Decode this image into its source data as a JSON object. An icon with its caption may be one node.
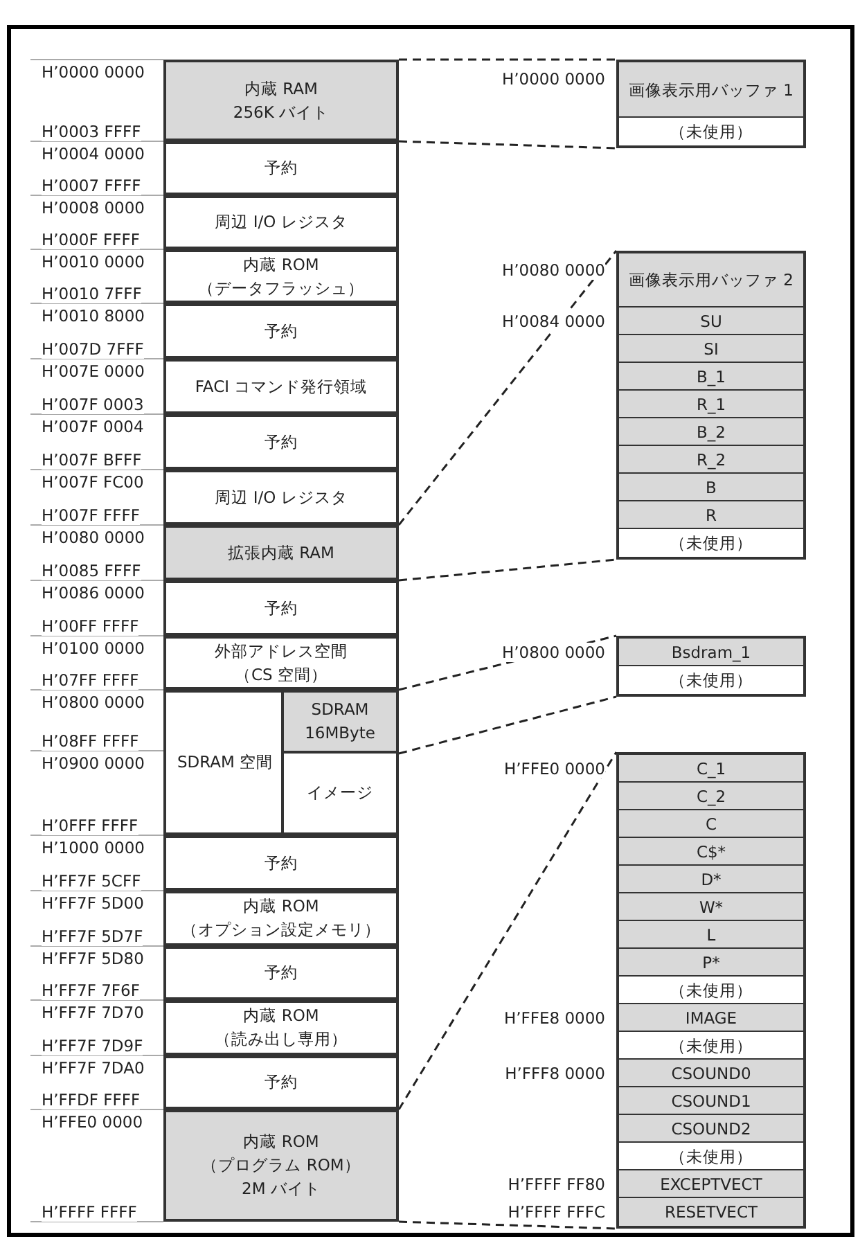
{
  "diagram": {
    "nodes": [
      {
        "text": [
          "内蔵 RAM",
          "256K バイト"
        ],
        "beside": [
          "H’0000 0000",
          "H’0003 FFFF"
        ]
      },
      {
        "text": [
          "予約"
        ],
        "beside": [
          "H’0004 0000",
          "H’0007 FFFF"
        ]
      },
      {
        "text": [
          "周辺 I/O レジスタ"
        ],
        "beside": [
          "H’0008 0000",
          "H’000F FFFF"
        ]
      },
      {
        "text": [
          "内蔵 ROM",
          "（データフラッシュ）"
        ],
        "beside": [
          "H’0010 0000",
          "H’0010 7FFF"
        ]
      },
      {
        "text": [
          "予約"
        ],
        "beside": [
          "H’0010 8000",
          "H’007D 7FFF"
        ]
      },
      {
        "text": [
          "FACI コマンド発行領域"
        ],
        "beside": [
          "H’007E 0000",
          "H’007F 0003"
        ]
      },
      {
        "text": [
          "予約"
        ],
        "beside": [
          "H’007F 0004",
          "H’007F BFFF"
        ]
      },
      {
        "text": [
          "周辺 I/O レジスタ"
        ],
        "beside": [
          "H’007F FC00",
          "H’007F FFFF"
        ]
      },
      {
        "text": [
          "拡張内蔵 RAM"
        ],
        "beside": [
          "H’0080 0000",
          "H’0085 FFFF"
        ]
      },
      {
        "text": [
          "予約"
        ],
        "beside": [
          "H’0086 0000",
          "H’00FF FFFF"
        ]
      },
      {
        "text": [
          "外部アドレス空間",
          "（CS 空間）"
        ],
        "beside": [
          "H’0100 0000",
          "H’07FF FFFF"
        ]
      },
      {
        "text": [
          "SDRAM 空間"
        ],
        "beside": [
          "H’0800 0000",
          "H’08FF FFFF",
          "H’0900 0000",
          "H’0FFF FFFF"
        ]
      },
      {
        "text": [
          "SDRAM 16MByte"
        ],
        "in": 11
      },
      {
        "text": [
          "イメージ"
        ],
        "in": 11
      },
      {
        "text": [
          "予約"
        ],
        "beside": [
          "H’1000 0000",
          "H’FF7F 5CFF"
        ]
      },
      {
        "text": [
          "内蔵 ROM",
          "（オプション設定メモリ）"
        ],
        "beside": [
          "H’FF7F 5D00",
          "H’FF7F 5D7F"
        ]
      },
      {
        "text": [
          "予約"
        ],
        "beside": [
          "H’FF7F 5D80",
          "H’FF7F 7F6F"
        ]
      },
      {
        "text": [
          "内蔵 ROM",
          "（読み出し専用）"
        ],
        "beside": [
          "H’FF7F 7D70",
          "H’FF7F 7D9F"
        ]
      },
      {
        "text": [
          "予約"
        ],
        "beside": [
          "H’FF7F 7DA0",
          "H’FFDF FFFF"
        ]
      },
      {
        "text": [
          "内蔵 ROM",
          "（プログラム ROM）",
          "2M バイト"
        ],
        "beside": [
          "H’FFE0 0000",
          "H’FFFF FFFF"
        ]
      },
      {
        "text": [],
        "shape": "box"
      },
      {
        "text": [
          "画像表示用バッファ 1"
        ],
        "in": 20,
        "beside": [
          "H’0000 0000"
        ]
      },
      {
        "text": [
          "（未使用）"
        ],
        "in": 20
      },
      {
        "text": [],
        "shape": "box"
      },
      {
        "text": [
          "画像表示用バッファ 2"
        ],
        "in": 23,
        "beside": [
          "H’0080 0000"
        ]
      },
      {
        "text": [
          "SU"
        ],
        "in": 23,
        "beside": [
          "H’0084 0000"
        ]
      },
      {
        "text": [
          "SI"
        ],
        "in": 23
      },
      {
        "text": [
          "B_1"
        ],
        "in": 23
      },
      {
        "text": [
          "R_1"
        ],
        "in": 23
      },
      {
        "text": [
          "B_2"
        ],
        "in": 23
      },
      {
        "text": [
          "R_2"
        ],
        "in": 23
      },
      {
        "text": [
          "B"
        ],
        "in": 23
      },
      {
        "text": [
          "R"
        ],
        "in": 23
      },
      {
        "text": [
          "（未使用）"
        ],
        "in": 23
      },
      {
        "text": [],
        "shape": "box"
      },
      {
        "text": [
          "Bsdram_1"
        ],
        "in": 34,
        "beside": [
          "H’0800 0000"
        ]
      },
      {
        "text": [
          "（未使用）"
        ],
        "in": 34
      },
      {
        "text": [],
        "shape": "box"
      },
      {
        "text": [
          "C_1"
        ],
        "in": 37,
        "beside": [
          "H’FFE0 0000"
        ]
      },
      {
        "text": [
          "C_2"
        ],
        "in": 37
      },
      {
        "text": [
          "C"
        ],
        "in": 37
      },
      {
        "text": [
          "C$*"
        ],
        "in": 37
      },
      {
        "text": [
          "D*"
        ],
        "in": 37
      },
      {
        "text": [
          "W*"
        ],
        "in": 37
      },
      {
        "text": [
          "L"
        ],
        "in": 37
      },
      {
        "text": [
          "P*"
        ],
        "in": 37
      },
      {
        "text": [
          "（未使用）"
        ],
        "in": 37
      },
      {
        "text": [
          "IMAGE"
        ],
        "in": 37,
        "beside": [
          "H’FFE8 0000"
        ]
      },
      {
        "text": [
          "（未使用）"
        ],
        "in": 37
      },
      {
        "text": [
          "CSOUND0"
        ],
        "in": 37,
        "beside": [
          "H’FFF8 0000"
        ]
      },
      {
        "text": [
          "CSOUND1"
        ],
        "in": 37
      },
      {
        "text": [
          "CSOUND2"
        ],
        "in": 37
      },
      {
        "text": [
          "（未使用）"
        ],
        "in": 37
      },
      {
        "text": [
          "EXCEPTVECT"
        ],
        "in": 37,
        "beside": [
          "H’FFFF FF80"
        ]
      },
      {
        "text": [
          "RESETVECT"
        ],
        "in": 37,
        "beside": [
          "H’FFFF FFFC"
        ]
      }
    ],
    "edges": [
      {
        "from": 0,
        "to": 20,
        "arrow": "none",
        "style": "dashed"
      },
      {
        "from": 0,
        "to": 20,
        "arrow": "none",
        "style": "dashed"
      },
      {
        "from": 8,
        "to": 23,
        "arrow": "none",
        "style": "dashed"
      },
      {
        "from": 8,
        "to": 23,
        "arrow": "none",
        "style": "dashed"
      },
      {
        "from": 12,
        "to": 34,
        "arrow": "none",
        "style": "dashed"
      },
      {
        "from": 12,
        "to": 34,
        "arrow": "none",
        "style": "dashed"
      },
      {
        "from": 19,
        "to": 37,
        "arrow": "none",
        "style": "dashed"
      },
      {
        "from": 19,
        "to": 37,
        "arrow": "none",
        "style": "dashed"
      }
    ]
  }
}
